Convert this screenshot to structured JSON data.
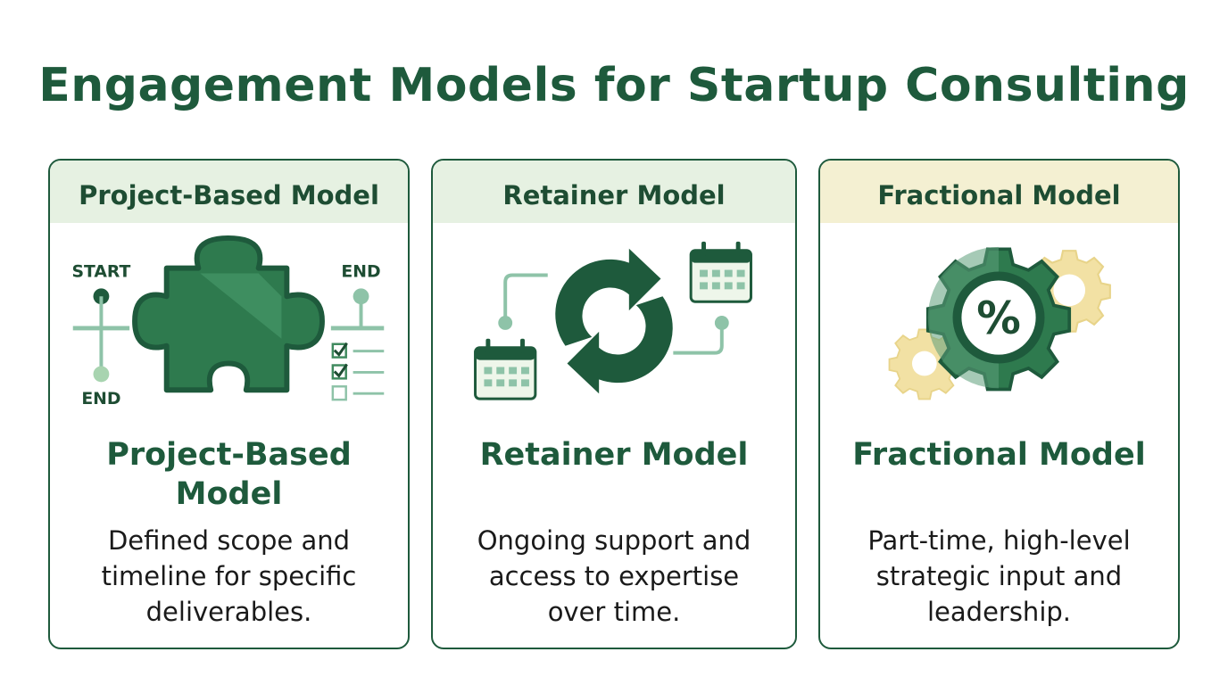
{
  "title": "Engagement Models for Startup Consulting",
  "colors": {
    "dark_green": "#1e5a3c",
    "mid_green": "#3f8a5e",
    "light_green": "#8ec3a8",
    "header_green": "#e6f1e2",
    "header_yellow": "#f4f0d2",
    "gear_yellow": "#f2e1a4"
  },
  "cards": [
    {
      "header": "Project-Based Model",
      "title_lines": [
        "Project-Based",
        "Model"
      ],
      "desc_lines": [
        "Defined scope and",
        "timeline for specific",
        "deliverables."
      ],
      "icon": "puzzle-piece-icon",
      "timeline": {
        "start_label": "START",
        "end_label_bottom": "END",
        "end_label_right": "END"
      }
    },
    {
      "header": "Retainer Model",
      "title_lines": [
        "Retainer Model"
      ],
      "desc_lines": [
        "Ongoing support and",
        "access to expertise",
        "over time."
      ],
      "icon": "cycle-arrows-icon"
    },
    {
      "header": "Fractional Model",
      "title_lines": [
        "Fractional Model"
      ],
      "desc_lines": [
        "Part-time, high-level",
        "strategic input and",
        "leadership."
      ],
      "icon": "percent-gear-icon",
      "gear_symbol": "%"
    }
  ]
}
